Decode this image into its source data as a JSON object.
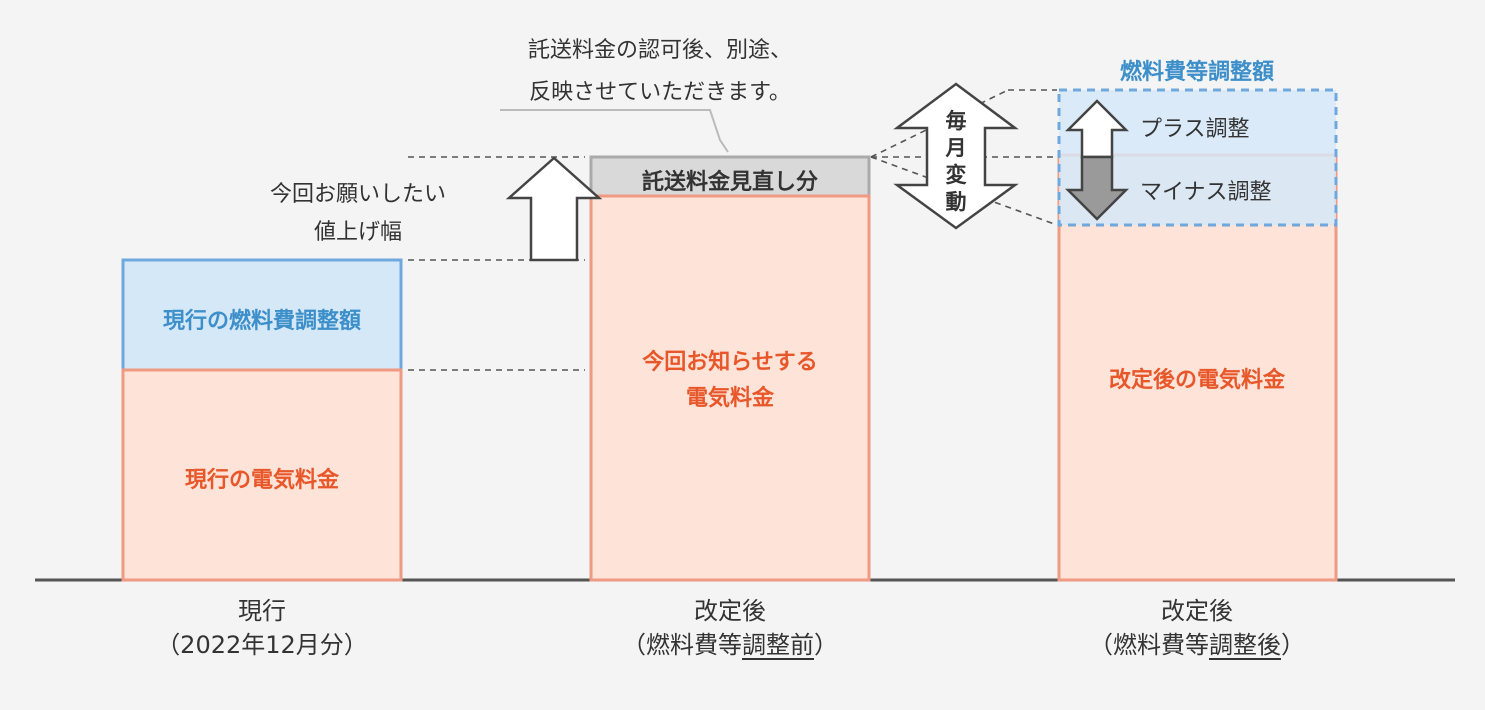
{
  "columns": [
    {
      "caption_line1": "現行",
      "caption_line2": "（2022年12月分）",
      "bottom_label": "現行の電気料金",
      "top_label": "現行の燃料費調整額"
    },
    {
      "caption_line1": "改定後",
      "caption_line2_prefix": "（燃料費等",
      "caption_line2_underlined": "調整前",
      "caption_line2_suffix": "）",
      "main_label_line1": "今回お知らせする",
      "main_label_line2": "電気料金",
      "top_label": "託送料金見直し分"
    },
    {
      "caption_line1": "改定後",
      "caption_line2_prefix": "（燃料費等",
      "caption_line2_underlined": "調整後",
      "caption_line2_suffix": "）",
      "main_label": "改定後の電気料金",
      "adjust_title": "燃料費等調整額",
      "plus_label": "プラス調整",
      "minus_label": "マイナス調整"
    }
  ],
  "annotations": {
    "increase_line1": "今回お願いしたい",
    "increase_line2": "値上げ幅",
    "callout_line1": "託送料金の認可後、別途、",
    "callout_line2": "反映させていただきます。",
    "monthly_chars": [
      "毎",
      "月",
      "変",
      "動"
    ]
  },
  "colors": {
    "orange_fill": "#fde3d8",
    "orange_stroke": "#ef9a82",
    "orange_text": "#e8572a",
    "blue_fill": "#d5e8f8",
    "blue_stroke": "#6fa8dc",
    "blue_text": "#3d8fca",
    "gray_fill": "#d9d9d9",
    "gray_stroke": "#aaaaaa",
    "baseline": "#555555"
  }
}
